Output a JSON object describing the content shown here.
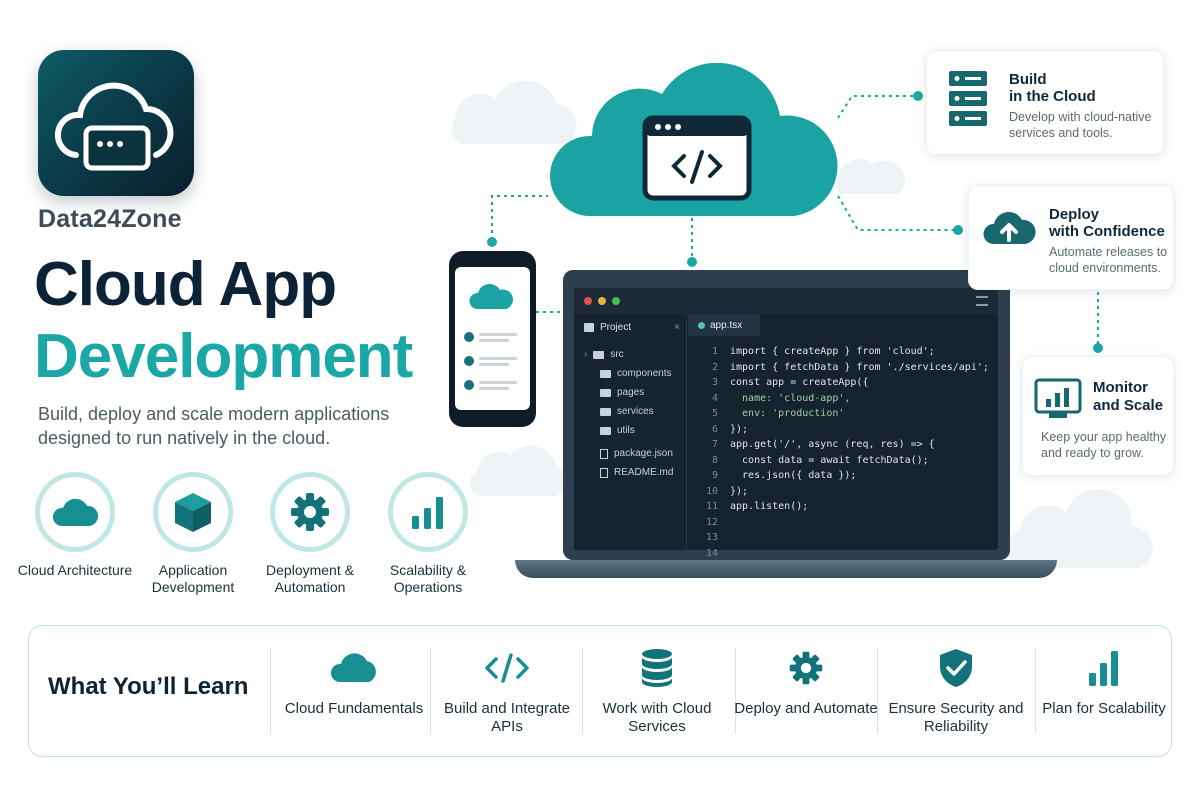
{
  "brand": "Data24Zone",
  "hero": {
    "title_line1": "Cloud App",
    "title_line2": "Development",
    "subtitle": "Build, deploy and scale modern applications designed to run natively in the cloud."
  },
  "features": [
    {
      "label": "Cloud Architecture",
      "icon": "cloud-icon"
    },
    {
      "label": "Application Development",
      "icon": "cube-icon"
    },
    {
      "label": "Deployment & Automation",
      "icon": "gear-icon"
    },
    {
      "label": "Scalability & Operations",
      "icon": "bar-chart-icon"
    }
  ],
  "cards": [
    {
      "title_line1": "Build",
      "title_line2": "in the Cloud",
      "desc": "Develop with cloud-native services and tools.",
      "icon": "server-icon"
    },
    {
      "title_line1": "Deploy",
      "title_line2": "with Confidence",
      "desc": "Automate releases to cloud environments.",
      "icon": "cloud-upload-icon"
    },
    {
      "title_line1": "Monitor",
      "title_line2": "and Scale",
      "desc": "Keep your app healthy and ready to grow.",
      "icon": "monitor-chart-icon"
    }
  ],
  "editor": {
    "project_label": "Project",
    "tab_label": "app.tsx",
    "tree": [
      "src",
      "components",
      "pages",
      "services",
      "utils",
      "package.json",
      "README.md"
    ],
    "lines": [
      {
        "n": "1",
        "code": "import { createApp } from 'cloud';"
      },
      {
        "n": "2",
        "code": "import { fetchData } from './services/api';"
      },
      {
        "n": "3",
        "code": ""
      },
      {
        "n": "4",
        "code": "const app = createApp({"
      },
      {
        "n": "5",
        "code": "  name: 'cloud-app',"
      },
      {
        "n": "6",
        "code": "  env: 'production'"
      },
      {
        "n": "7",
        "code": "});"
      },
      {
        "n": "8",
        "code": ""
      },
      {
        "n": "9",
        "code": "app.get('/', async (req, res) => {"
      },
      {
        "n": "10",
        "code": "  const data = await fetchData();"
      },
      {
        "n": "11",
        "code": "  res.json({ data });"
      },
      {
        "n": "12",
        "code": "});"
      },
      {
        "n": "13",
        "code": ""
      },
      {
        "n": "14",
        "code": "app.listen();"
      }
    ]
  },
  "learn": {
    "title": "What You’ll Learn",
    "items": [
      {
        "label": "Cloud Fundamentals",
        "icon": "cloud-icon"
      },
      {
        "label": "Build and Integrate APIs",
        "icon": "code-icon"
      },
      {
        "label": "Work with Cloud Services",
        "icon": "database-icon"
      },
      {
        "label": "Deploy and Automate",
        "icon": "gear-icon"
      },
      {
        "label": "Ensure Security and Reliability",
        "icon": "shield-check-icon"
      },
      {
        "label": "Plan for Scalability",
        "icon": "bar-chart-icon"
      }
    ]
  },
  "colors": {
    "teal": "#1aa7a6",
    "navy": "#0c2236",
    "dark_teal": "#0b3d4b"
  }
}
